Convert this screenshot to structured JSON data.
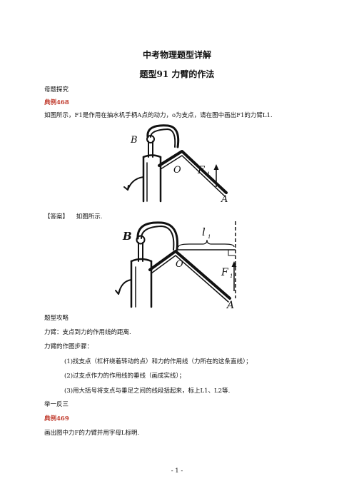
{
  "doc": {
    "title": "中考物理题型详解",
    "subtitle": "题型91 力臂的作法",
    "section_1": "母题探究",
    "example_1_label": "典例468",
    "example_1_text": "如图所示，F1是作用在抽水机手柄A点的动力，o为支点，请在图中画出F1的力臂L1.",
    "answer_label": "【答案】",
    "answer_text": "如图所示.",
    "section_2": "题型攻略",
    "definition": "力臂：支点到力的作用线的距离.",
    "steps_title": "力臂的作图步骤：",
    "steps": [
      "(1)找支点（杠杆绕着转动的点）和力的作用线（力所在的这条直线）；",
      "(2)过支点作力的作用线的垂线（画成实线）；",
      "(3)用大括号将支点与垂足之间的线段括起来，标上L1、L2等."
    ],
    "section_3": "举一反三",
    "example_2_label": "典例469",
    "example_2_text": "画出图中力F的力臂并用字母L标明.",
    "page_number": "- 1 -"
  },
  "figure_1": {
    "label_B": "B",
    "label_O": "O",
    "label_F": "F",
    "label_F_sub": "1",
    "label_A": "A"
  },
  "figure_2": {
    "label_B": "B",
    "label_O": "O",
    "label_F": "F",
    "label_F_sub": "1",
    "label_A": "A",
    "label_l": "l",
    "label_l_sub": "1"
  }
}
